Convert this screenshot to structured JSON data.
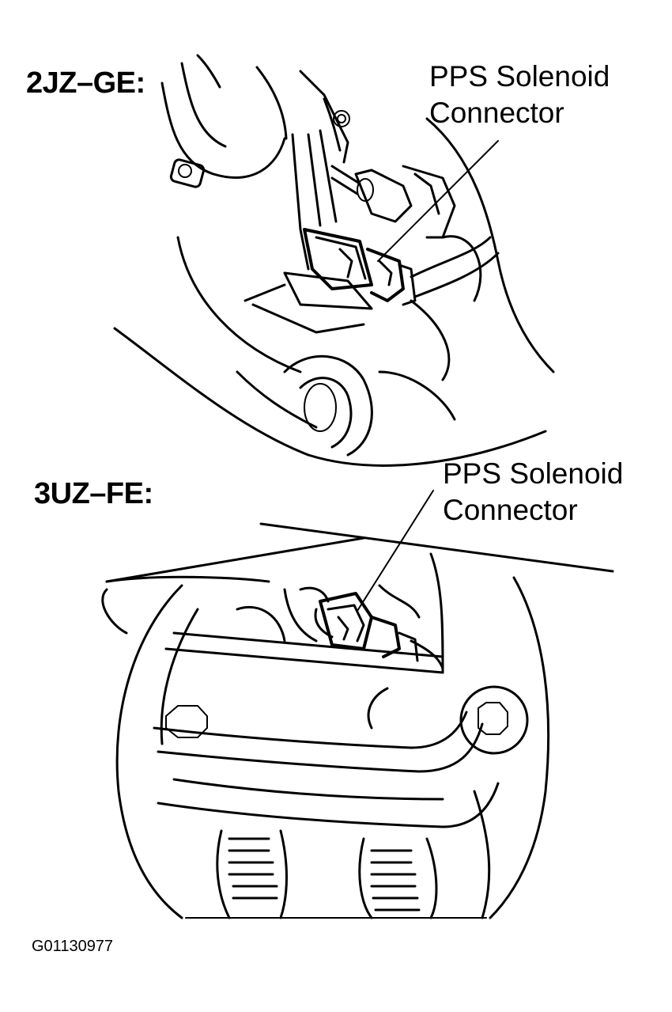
{
  "panels": [
    {
      "engine": "2JZ–GE:",
      "callout_line1": "PPS Solenoid",
      "callout_line2": "Connector"
    },
    {
      "engine": "3UZ–FE:",
      "callout_line1": "PPS Solenoid",
      "callout_line2": "Connector"
    }
  ],
  "figure_id": "G01130977",
  "colors": {
    "ink": "#000000",
    "paper": "#ffffff"
  }
}
